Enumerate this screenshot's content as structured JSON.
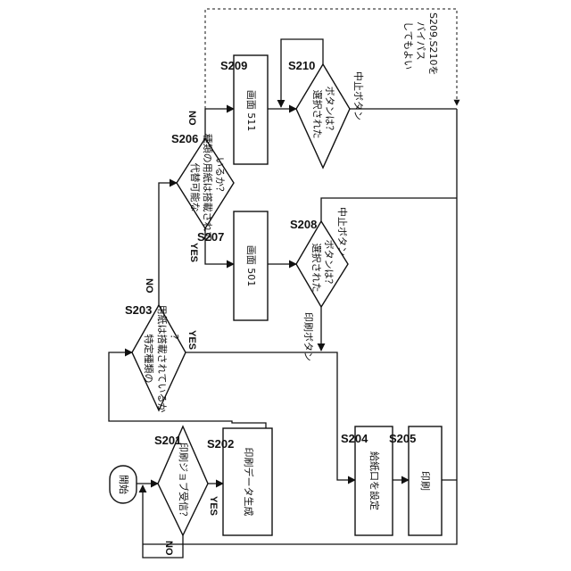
{
  "diagram": {
    "start": "開始",
    "nodes": {
      "s201": {
        "step": "S201",
        "text": "印刷ジョブ受信？"
      },
      "s202": {
        "step": "S202",
        "text": "印刷データ生成"
      },
      "s203": {
        "step": "S203",
        "line1": "特定種類の",
        "line2": "用紙は搭載されているか",
        "line3": "？"
      },
      "s206": {
        "step": "S206",
        "line1": "代替可能な",
        "line2": "種類の用紙は搭載されて",
        "line3": "いるか？"
      },
      "s207": {
        "step": "S207",
        "text": "画面 501"
      },
      "s208": {
        "step": "S208",
        "line1": "選択された",
        "line2": "ボタンは？"
      },
      "s209": {
        "step": "S209",
        "text": "画面 511"
      },
      "s210": {
        "step": "S210",
        "line1": "選択された",
        "line2": "ボタンは？"
      },
      "s204": {
        "step": "S204",
        "text": "給紙口を設定"
      },
      "s205": {
        "step": "S205",
        "text": "印刷"
      }
    },
    "labels": {
      "s201_yes": "YES",
      "s201_no": "NO",
      "s203_yes": "YES",
      "s203_no": "NO",
      "s206_yes": "YES",
      "s206_no": "NO",
      "s208_print": "印刷ボタン",
      "s208_cancel": "中止ボタン",
      "s210_cancel": "中止ボタン"
    },
    "bypass_note": {
      "line1": "S209,S210を",
      "line2": "バイパス",
      "line3": "してもよい"
    }
  }
}
